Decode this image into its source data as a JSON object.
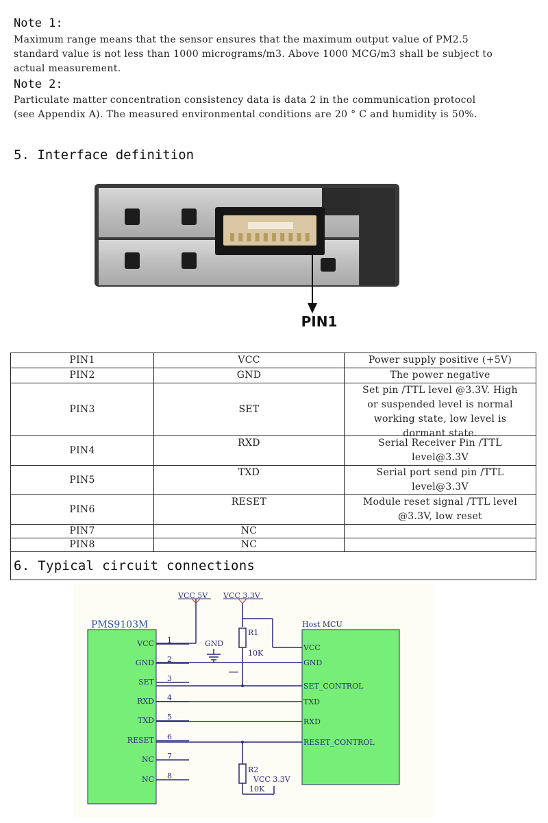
{
  "notes": [
    {
      "heading": "Note 1:",
      "lines": [
        "Maximum range means that the sensor ensures that the maximum output value of PM2.5",
        "standard value is not less than 1000 micrograms/m3. Above 1000 MCG/m3 shall be subject to",
        "actual measurement."
      ]
    },
    {
      "heading": "Note 2:",
      "lines": [
        "Particulate matter concentration consistency data is data 2 in the communication protocol",
        "(see Appendix A). The measured environmental conditions are 20 ° C and humidity is 50%."
      ]
    }
  ],
  "section5": {
    "title": "5. Interface definition"
  },
  "photo": {
    "pin_label": "PIN1"
  },
  "pin_table": {
    "rows": [
      {
        "pin": "PIN1",
        "signal": "VCC",
        "desc": [
          "Power supply positive (+5V)"
        ]
      },
      {
        "pin": "PIN2",
        "signal": "GND",
        "desc": [
          "The power negative"
        ]
      },
      {
        "pin": "PIN3",
        "signal": "SET",
        "desc": [
          "Set pin /TTL level @3.3V. High",
          "or suspended level is normal",
          "working state, low level is",
          "dormant state."
        ]
      },
      {
        "pin": "PIN4",
        "signal": "RXD",
        "desc": [
          "Serial Receiver Pin /TTL",
          "level@3.3V"
        ]
      },
      {
        "pin": "PIN5",
        "signal": "TXD",
        "desc": [
          "Serial port send pin /TTL",
          "level@3.3V"
        ]
      },
      {
        "pin": "PIN6",
        "signal": "RESET",
        "desc": [
          "Module reset signal /TTL level",
          "@3.3V, low reset"
        ]
      },
      {
        "pin": "PIN7",
        "signal": "NC",
        "desc": [
          ""
        ]
      },
      {
        "pin": "PIN8",
        "signal": "NC",
        "desc": [
          ""
        ]
      }
    ]
  },
  "section6": {
    "title": "6. Typical circuit connections"
  },
  "circuit": {
    "sensor_name": "PMS9103M",
    "mcu_name": "Host MCU",
    "vcc5_label": "VCC 5V",
    "vcc33_label": "VCC 3.3V",
    "vcc33_label_2": "VCC 3.3V",
    "gnd_label": "GND",
    "r1_label": "R1",
    "r1_value": "10K",
    "r2_label": "R2",
    "r2_value": "10K",
    "sensor_pins": [
      {
        "name": "VCC",
        "num": "1"
      },
      {
        "name": "GND",
        "num": "2"
      },
      {
        "name": "SET",
        "num": "3"
      },
      {
        "name": "RXD",
        "num": "4"
      },
      {
        "name": "TXD",
        "num": "5"
      },
      {
        "name": "RESET",
        "num": "6"
      },
      {
        "name": "NC",
        "num": "7"
      },
      {
        "name": "NC",
        "num": "8"
      }
    ],
    "mcu_pins": [
      "VCC",
      "GND",
      "SET_CONTROL",
      "TXD",
      "RXD",
      "RESET_CONTROL"
    ],
    "colors": {
      "module_fill": "#77ee77",
      "line": "#2a2a7a",
      "label_blue": "#2b4fa0",
      "background": "#fdfcf5"
    }
  }
}
